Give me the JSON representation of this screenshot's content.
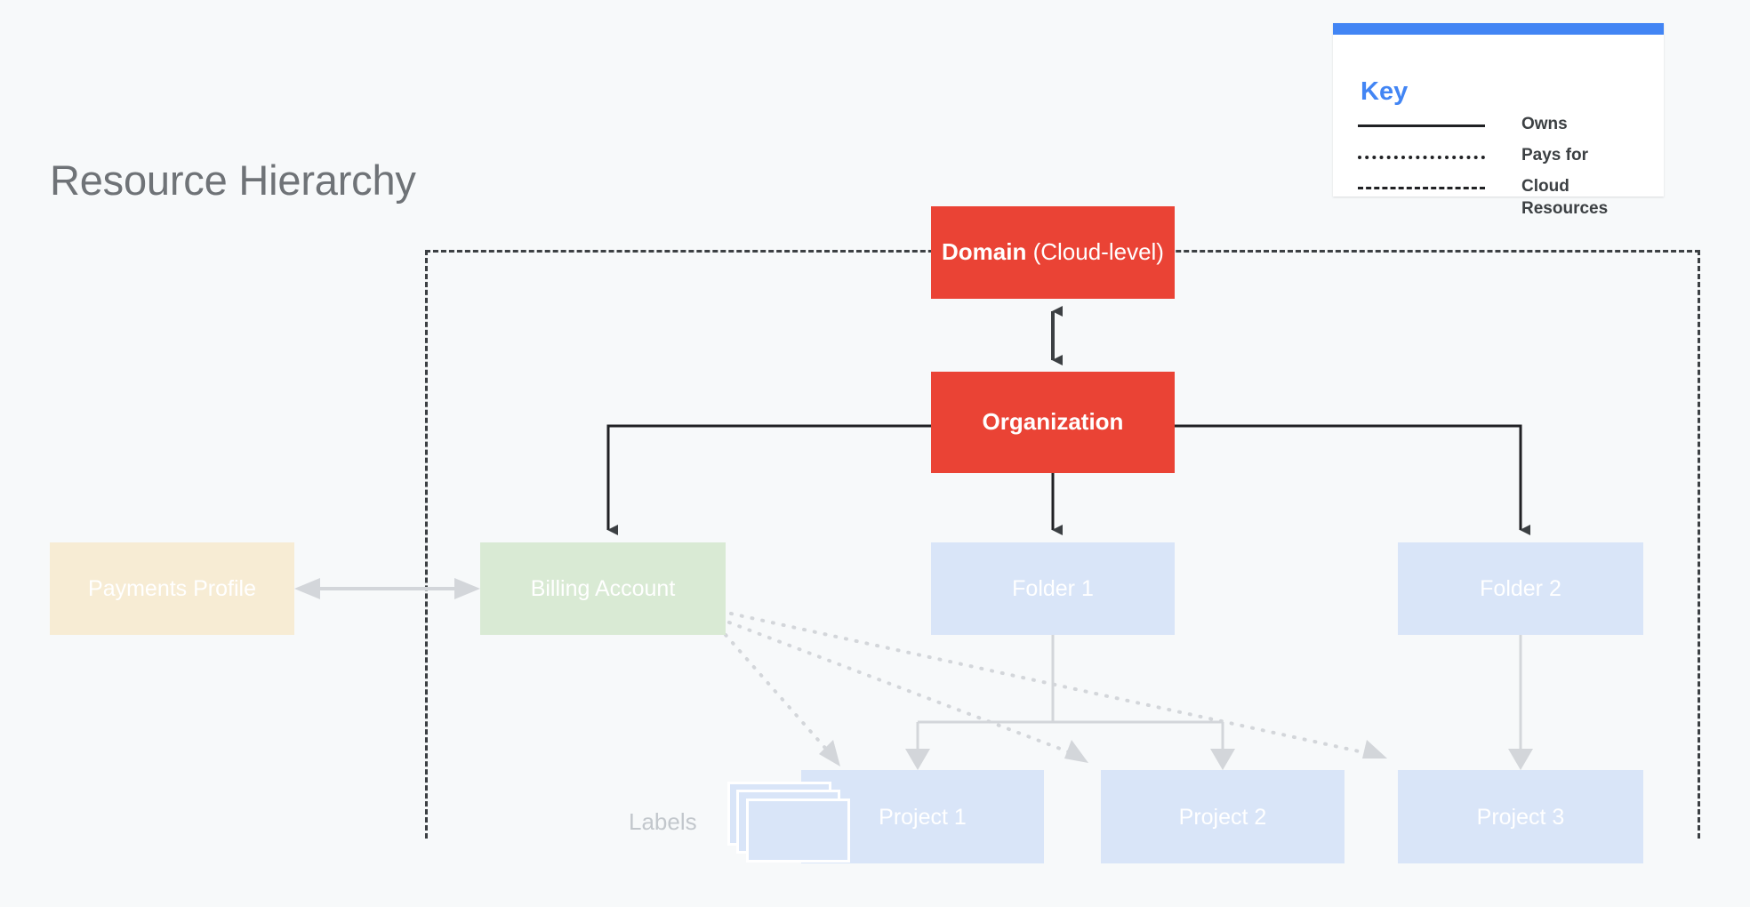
{
  "page": {
    "title": "Resource Hierarchy",
    "background_color": "#f7f9fa"
  },
  "legend": {
    "heading": "Key",
    "accent_color": "#4285f4",
    "rows": [
      {
        "style": "solid",
        "label": "Owns"
      },
      {
        "style": "dotted",
        "label": "Pays for"
      },
      {
        "style": "dashed",
        "label": "Cloud Resources"
      }
    ]
  },
  "diagram": {
    "type": "hierarchy",
    "boundary": {
      "name": "Cloud Resources",
      "style": "dashed",
      "color": "#3c4043"
    },
    "nodes": {
      "domain": {
        "label_bold": "Domain",
        "label_rest": " (Cloud-level)",
        "color": "#ea4335"
      },
      "organization": {
        "label": "Organization",
        "color": "#ea4335"
      },
      "payments_profile": {
        "label": "Payments Profile",
        "color": "#f7ecd4"
      },
      "billing_account": {
        "label": "Billing Account",
        "color": "#d9ead4"
      },
      "folder_1": {
        "label": "Folder 1",
        "color": "#d9e5f8"
      },
      "folder_2": {
        "label": "Folder 2",
        "color": "#d9e5f8"
      },
      "project_1": {
        "label": "Project 1",
        "color": "#d9e5f8"
      },
      "project_2": {
        "label": "Project 2",
        "color": "#d9e5f8"
      },
      "project_3": {
        "label": "Project 3",
        "color": "#d9e5f8"
      },
      "labels": {
        "label": "Labels",
        "color": "#d9e5f8"
      }
    },
    "edges": [
      {
        "from": "domain",
        "to": "organization",
        "relation": "owns",
        "style": "solid",
        "arrows": "both",
        "color": "#3c4043"
      },
      {
        "from": "organization",
        "to": "billing_account",
        "relation": "owns",
        "style": "solid",
        "arrows": "end",
        "color": "#202124"
      },
      {
        "from": "organization",
        "to": "folder_1",
        "relation": "owns",
        "style": "solid",
        "arrows": "end",
        "color": "#202124"
      },
      {
        "from": "organization",
        "to": "folder_2",
        "relation": "owns",
        "style": "solid",
        "arrows": "end",
        "color": "#202124"
      },
      {
        "from": "payments_profile",
        "to": "billing_account",
        "relation": "owns",
        "style": "solid",
        "arrows": "both",
        "color": "#d3d6da"
      },
      {
        "from": "billing_account",
        "to": "project_1",
        "relation": "pays for",
        "style": "dotted",
        "arrows": "end",
        "color": "#d3d6da"
      },
      {
        "from": "billing_account",
        "to": "project_2",
        "relation": "pays for",
        "style": "dotted",
        "arrows": "end",
        "color": "#d3d6da"
      },
      {
        "from": "billing_account",
        "to": "project_3",
        "relation": "pays for",
        "style": "dotted",
        "arrows": "end",
        "color": "#d3d6da"
      },
      {
        "from": "folder_1",
        "to": "project_1",
        "relation": "owns",
        "style": "solid",
        "arrows": "end",
        "color": "#d3d6da"
      },
      {
        "from": "folder_1",
        "to": "project_2",
        "relation": "owns",
        "style": "solid",
        "arrows": "end",
        "color": "#d3d6da"
      },
      {
        "from": "folder_2",
        "to": "project_3",
        "relation": "owns",
        "style": "solid",
        "arrows": "end",
        "color": "#d3d6da"
      }
    ]
  }
}
